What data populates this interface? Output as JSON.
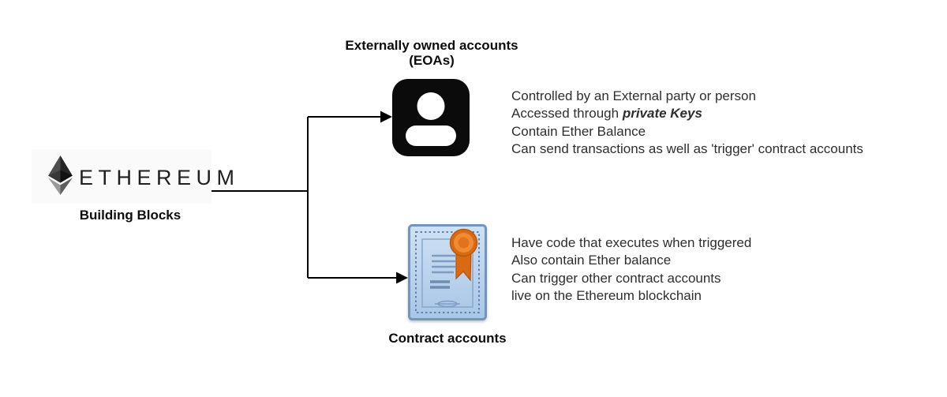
{
  "diagram": {
    "brand": {
      "logo_icon": "ethereum-diamond-icon",
      "name": "ETHEREUM",
      "subtitle": "Building Blocks"
    },
    "branches": {
      "eoa": {
        "icon": "person-icon",
        "title_line1": "Externally owned accounts",
        "title_line2": "(EOAs)",
        "points": {
          "p1": "Controlled by an External party or person",
          "p2_prefix": "Accessed through ",
          "p2_emphasis": "private Keys",
          "p3": "Contain Ether Balance",
          "p4": "Can send transactions as well as 'trigger' contract accounts"
        }
      },
      "contract": {
        "icon": "certificate-icon",
        "title": "Contract accounts",
        "points": {
          "p1": "Have code that executes when triggered",
          "p2": "Also contain Ether balance",
          "p3": "Can trigger other contract accounts",
          "p4": "live on the Ethereum blockchain"
        }
      }
    },
    "colors": {
      "connector": "#000000",
      "person_icon_fill": "#0b0b0b",
      "certificate_fill": "#bcd4ee",
      "certificate_border": "#7195bf",
      "ribbon_orange": "#e2721b",
      "heading_text": "#0d0d0d",
      "body_text": "#2e2e2e"
    }
  }
}
